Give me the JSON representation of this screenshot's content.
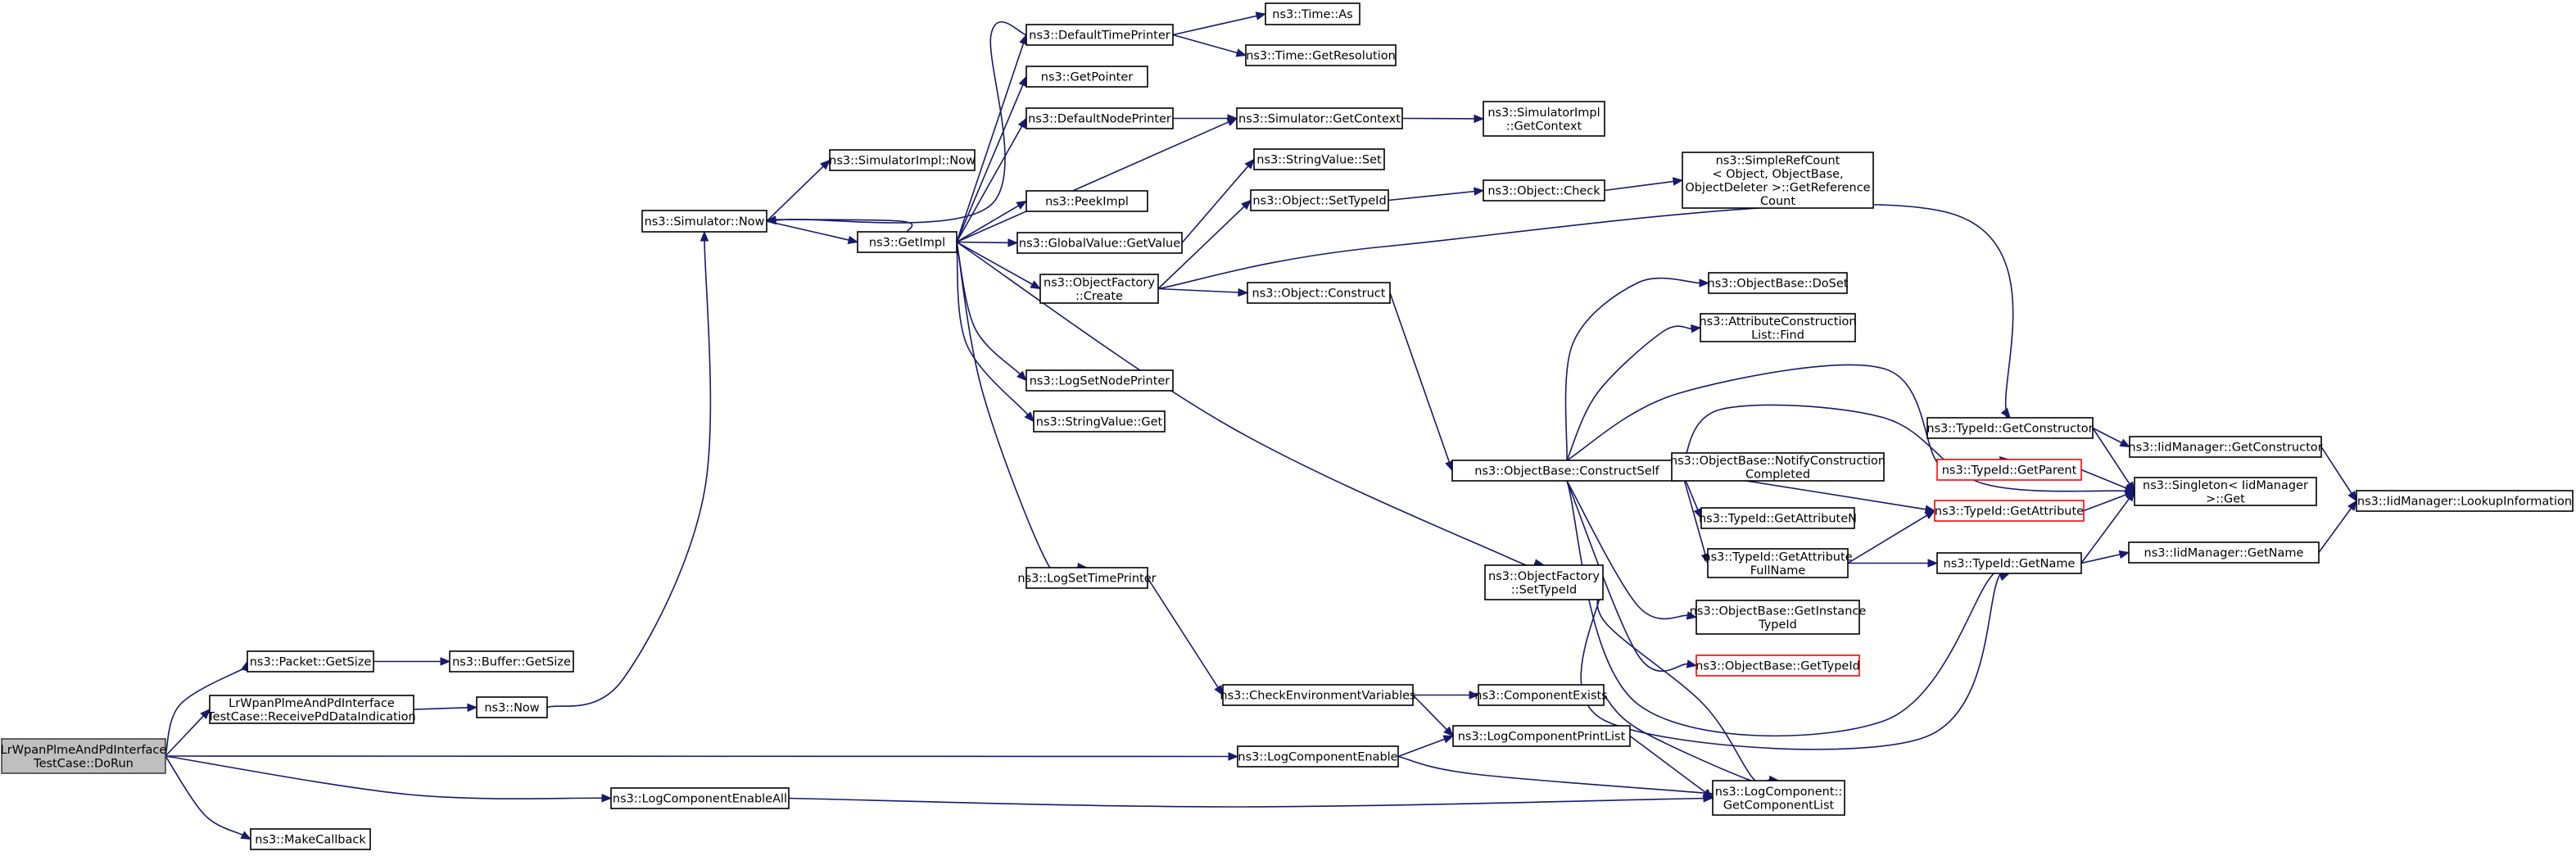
{
  "graph": {
    "type": "call-graph",
    "colors": {
      "edge": "#191970",
      "root_fill": "#bfbfbf",
      "node_fill": "#ffffff",
      "truncated_border": "#ff0000"
    },
    "nodes": [
      {
        "id": "root",
        "lines": [
          "LrWpanPlmeAndPdInterface",
          "TestCase::DoRun"
        ],
        "root": true
      },
      {
        "id": "packet_getsize",
        "lines": [
          "ns3::Packet::GetSize"
        ]
      },
      {
        "id": "buffer_getsize",
        "lines": [
          "ns3::Buffer::GetSize"
        ]
      },
      {
        "id": "receive_pd",
        "lines": [
          "LrWpanPlmeAndPdInterface",
          "TestCase::ReceivePdDataIndication"
        ]
      },
      {
        "id": "ns3_now",
        "lines": [
          "ns3::Now"
        ]
      },
      {
        "id": "sim_now",
        "lines": [
          "ns3::Simulator::Now"
        ]
      },
      {
        "id": "simimpl_now",
        "lines": [
          "ns3::SimulatorImpl::Now"
        ]
      },
      {
        "id": "getimpl",
        "lines": [
          "ns3::GetImpl"
        ]
      },
      {
        "id": "default_time_printer",
        "lines": [
          "ns3::DefaultTimePrinter"
        ]
      },
      {
        "id": "time_as",
        "lines": [
          "ns3::Time::As"
        ]
      },
      {
        "id": "time_getres",
        "lines": [
          "ns3::Time::GetResolution"
        ]
      },
      {
        "id": "getpointer",
        "lines": [
          "ns3::GetPointer"
        ]
      },
      {
        "id": "default_node_printer",
        "lines": [
          "ns3::DefaultNodePrinter"
        ]
      },
      {
        "id": "sim_getcontext",
        "lines": [
          "ns3::Simulator::GetContext"
        ]
      },
      {
        "id": "simimpl_getcontext",
        "lines": [
          "ns3::SimulatorImpl",
          "::GetContext"
        ]
      },
      {
        "id": "peekimpl",
        "lines": [
          "ns3::PeekImpl"
        ]
      },
      {
        "id": "globalvalue_getvalue",
        "lines": [
          "ns3::GlobalValue::GetValue"
        ]
      },
      {
        "id": "stringvalue_set",
        "lines": [
          "ns3::StringValue::Set"
        ]
      },
      {
        "id": "object_settypeid",
        "lines": [
          "ns3::Object::SetTypeId"
        ]
      },
      {
        "id": "object_check",
        "lines": [
          "ns3::Object::Check"
        ]
      },
      {
        "id": "simplerefcount",
        "lines": [
          "ns3::SimpleRefCount",
          "< Object, ObjectBase,",
          "ObjectDeleter >::GetReference",
          "Count"
        ]
      },
      {
        "id": "objfactory_create",
        "lines": [
          "ns3::ObjectFactory",
          "::Create"
        ]
      },
      {
        "id": "object_construct",
        "lines": [
          "ns3::Object::Construct"
        ]
      },
      {
        "id": "objectbase_doset",
        "lines": [
          "ns3::ObjectBase::DoSet"
        ]
      },
      {
        "id": "attr_construction_find",
        "lines": [
          "ns3::AttributeConstruction",
          "List::Find"
        ]
      },
      {
        "id": "log_set_node_printer",
        "lines": [
          "ns3::LogSetNodePrinter"
        ]
      },
      {
        "id": "stringvalue_get",
        "lines": [
          "ns3::StringValue::Get"
        ]
      },
      {
        "id": "objectbase_constructself",
        "lines": [
          "ns3::ObjectBase::ConstructSelf"
        ]
      },
      {
        "id": "typeid_getconstructor",
        "lines": [
          "ns3::TypeId::GetConstructor"
        ]
      },
      {
        "id": "iidmanager_getconstructor",
        "lines": [
          "ns3::IidManager::GetConstructor"
        ]
      },
      {
        "id": "iidmanager_lookupinfo",
        "lines": [
          "ns3::IidManager::LookupInformation"
        ]
      },
      {
        "id": "typeid_getparent",
        "lines": [
          "ns3::TypeId::GetParent"
        ],
        "truncated": true
      },
      {
        "id": "singleton_get",
        "lines": [
          "ns3::Singleton< IidManager",
          ">::Get"
        ]
      },
      {
        "id": "notify_construction",
        "lines": [
          "ns3::ObjectBase::NotifyConstruction",
          "Completed"
        ]
      },
      {
        "id": "typeid_getattributen",
        "lines": [
          "ns3::TypeId::GetAttributeN"
        ]
      },
      {
        "id": "typeid_getattribute",
        "lines": [
          "ns3::TypeId::GetAttribute"
        ],
        "truncated": true
      },
      {
        "id": "typeid_getattr_fullname",
        "lines": [
          "ns3::TypeId::GetAttribute",
          "FullName"
        ]
      },
      {
        "id": "typeid_getname",
        "lines": [
          "ns3::TypeId::GetName"
        ]
      },
      {
        "id": "iidmanager_getname",
        "lines": [
          "ns3::IidManager::GetName"
        ]
      },
      {
        "id": "log_set_time_printer",
        "lines": [
          "ns3::LogSetTimePrinter"
        ]
      },
      {
        "id": "objfactory_settypeid",
        "lines": [
          "ns3::ObjectFactory",
          "::SetTypeId"
        ]
      },
      {
        "id": "objectbase_getinstancetypeid",
        "lines": [
          "ns3::ObjectBase::GetInstance",
          "TypeId"
        ]
      },
      {
        "id": "objectbase_gettypeid",
        "lines": [
          "ns3::ObjectBase::GetTypeId"
        ],
        "truncated": true
      },
      {
        "id": "check_env_vars",
        "lines": [
          "ns3::CheckEnvironmentVariables"
        ]
      },
      {
        "id": "component_exists",
        "lines": [
          "ns3::ComponentExists"
        ]
      },
      {
        "id": "log_component_enable",
        "lines": [
          "ns3::LogComponentEnable"
        ]
      },
      {
        "id": "log_component_printlist",
        "lines": [
          "ns3::LogComponentPrintList"
        ]
      },
      {
        "id": "log_component_enable_all",
        "lines": [
          "ns3::LogComponentEnableAll"
        ]
      },
      {
        "id": "log_component_getlist",
        "lines": [
          "ns3::LogComponent::",
          "GetComponentList"
        ]
      },
      {
        "id": "make_callback",
        "lines": [
          "ns3::MakeCallback"
        ]
      }
    ],
    "edges": [
      [
        "root",
        "packet_getsize"
      ],
      [
        "root",
        "receive_pd"
      ],
      [
        "root",
        "log_component_enable"
      ],
      [
        "root",
        "log_component_enable_all"
      ],
      [
        "root",
        "make_callback"
      ],
      [
        "packet_getsize",
        "buffer_getsize"
      ],
      [
        "receive_pd",
        "ns3_now"
      ],
      [
        "ns3_now",
        "sim_now"
      ],
      [
        "sim_now",
        "simimpl_now"
      ],
      [
        "sim_now",
        "getimpl"
      ],
      [
        "getimpl",
        "sim_now"
      ],
      [
        "getimpl",
        "default_time_printer"
      ],
      [
        "getimpl",
        "getpointer"
      ],
      [
        "getimpl",
        "default_node_printer"
      ],
      [
        "getimpl",
        "sim_getcontext"
      ],
      [
        "getimpl",
        "peekimpl"
      ],
      [
        "getimpl",
        "globalvalue_getvalue"
      ],
      [
        "getimpl",
        "objfactory_create"
      ],
      [
        "getimpl",
        "log_set_node_printer"
      ],
      [
        "getimpl",
        "stringvalue_get"
      ],
      [
        "getimpl",
        "log_set_time_printer"
      ],
      [
        "getimpl",
        "objfactory_settypeid"
      ],
      [
        "default_time_printer",
        "sim_now"
      ],
      [
        "default_time_printer",
        "time_as"
      ],
      [
        "default_time_printer",
        "time_getres"
      ],
      [
        "default_node_printer",
        "sim_getcontext"
      ],
      [
        "sim_getcontext",
        "simimpl_getcontext"
      ],
      [
        "globalvalue_getvalue",
        "stringvalue_set"
      ],
      [
        "objfactory_create",
        "object_settypeid"
      ],
      [
        "objfactory_create",
        "object_construct"
      ],
      [
        "objfactory_create",
        "typeid_getconstructor"
      ],
      [
        "object_settypeid",
        "object_check"
      ],
      [
        "object_check",
        "simplerefcount"
      ],
      [
        "object_construct",
        "objectbase_constructself"
      ],
      [
        "objectbase_constructself",
        "objectbase_doset"
      ],
      [
        "objectbase_constructself",
        "attr_construction_find"
      ],
      [
        "objectbase_constructself",
        "notify_construction"
      ],
      [
        "objectbase_constructself",
        "typeid_getparent"
      ],
      [
        "objectbase_constructself",
        "typeid_getattributen"
      ],
      [
        "objectbase_constructself",
        "typeid_getattribute"
      ],
      [
        "objectbase_constructself",
        "typeid_getattr_fullname"
      ],
      [
        "objectbase_constructself",
        "objectbase_getinstancetypeid"
      ],
      [
        "objectbase_constructself",
        "objectbase_gettypeid"
      ],
      [
        "objectbase_constructself",
        "typeid_getname"
      ],
      [
        "objectbase_constructself",
        "singleton_get"
      ],
      [
        "typeid_getconstructor",
        "iidmanager_getconstructor"
      ],
      [
        "typeid_getconstructor",
        "singleton_get"
      ],
      [
        "iidmanager_getconstructor",
        "iidmanager_lookupinfo"
      ],
      [
        "typeid_getparent",
        "singleton_get"
      ],
      [
        "typeid_getattribute",
        "singleton_get"
      ],
      [
        "typeid_getattr_fullname",
        "typeid_getattribute"
      ],
      [
        "typeid_getattr_fullname",
        "typeid_getname"
      ],
      [
        "typeid_getname",
        "singleton_get"
      ],
      [
        "typeid_getname",
        "iidmanager_getname"
      ],
      [
        "iidmanager_getname",
        "iidmanager_lookupinfo"
      ],
      [
        "objfactory_settypeid",
        "typeid_getname"
      ],
      [
        "objfactory_settypeid",
        "log_component_getlist"
      ],
      [
        "log_set_time_printer",
        "check_env_vars"
      ],
      [
        "check_env_vars",
        "component_exists"
      ],
      [
        "check_env_vars",
        "log_component_printlist"
      ],
      [
        "component_exists",
        "log_component_getlist"
      ],
      [
        "log_component_enable",
        "log_component_printlist"
      ],
      [
        "log_component_enable",
        "log_component_getlist"
      ],
      [
        "log_component_printlist",
        "log_component_getlist"
      ],
      [
        "log_component_enable_all",
        "log_component_getlist"
      ]
    ]
  }
}
